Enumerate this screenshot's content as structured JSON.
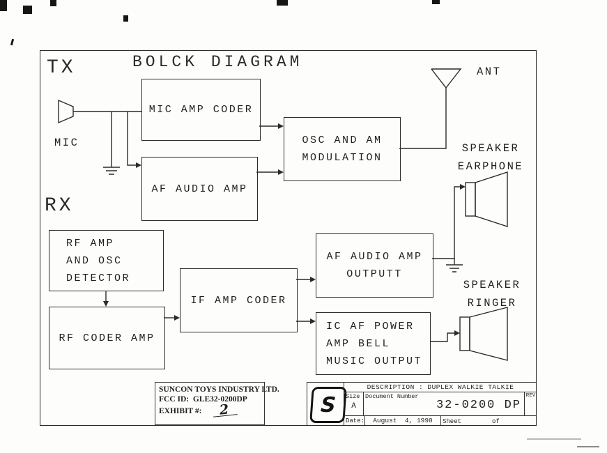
{
  "diagram": {
    "title": "BOLCK DIAGRAM",
    "sections": {
      "tx": "TX",
      "rx": "RX"
    },
    "labels": {
      "mic": "MIC",
      "ant": "ANT",
      "speaker_earphone": [
        "SPEAKER",
        "EARPHONE"
      ],
      "speaker_ringer": [
        "SPEAKER",
        "RINGER"
      ]
    },
    "blocks": {
      "mic_amp_coder": [
        "MIC AMP CODER"
      ],
      "af_audio_amp": [
        "AF AUDIO AMP"
      ],
      "osc_am_modulation": [
        "OSC AND AM",
        "MODULATION"
      ],
      "rf_amp_osc_detector": [
        "RF AMP",
        "AND OSC",
        "DETECTOR"
      ],
      "rf_coder_amp": [
        "RF CODER AMP"
      ],
      "if_amp_coder": [
        "IF AMP CODER"
      ],
      "af_audio_amp_output": [
        "AF AUDIO AMP",
        "OUTPUTT"
      ],
      "ic_af_power": [
        "IC AF POWER",
        "AMP BELL",
        "MUSIC OUTPUT"
      ]
    }
  },
  "company_block": {
    "name": "SUNCON TOYS INDUSTRY LTD.",
    "fcc_id": "FCC ID:  GLE32-0200DP",
    "exhibit_label": "EXHIBIT #:",
    "exhibit_value": "2"
  },
  "title_block": {
    "logo_letter": "S",
    "description": "DESCRIPTION : DUPLEX WALKIE TALKIE",
    "size_label": "Size",
    "size_value": "A",
    "document_number_label": "Document Number",
    "document_number_value": "32-0200 DP",
    "rev_label": "REV",
    "date_label": "Date:",
    "date_value": "August  4, 1998",
    "sheet_label": "Sheet",
    "of_label": "of"
  }
}
